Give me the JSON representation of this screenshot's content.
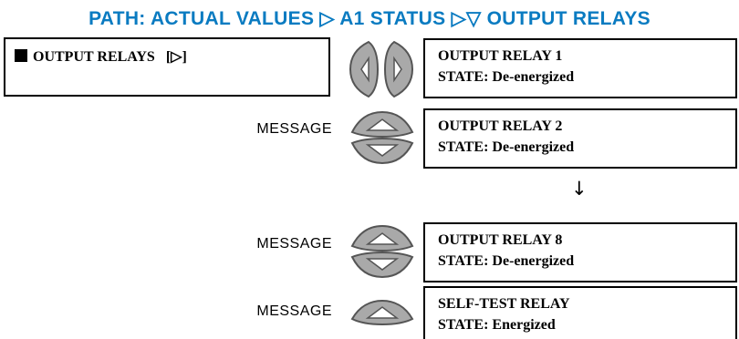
{
  "path": {
    "title": "PATH: ACTUAL VALUES ▷ A1 STATUS ▷▽ OUTPUT RELAYS",
    "color": "#0a7bc1"
  },
  "main_item": {
    "label": "OUTPUT RELAYS",
    "expand_symbol": "[▷]"
  },
  "message_label": "MESSAGE",
  "down_arrow": "↓",
  "relays": [
    {
      "name": "OUTPUT RELAY 1",
      "state": "STATE: De-energized"
    },
    {
      "name": "OUTPUT RELAY 2",
      "state": "STATE: De-energized"
    },
    {
      "name": "OUTPUT RELAY 8",
      "state": "STATE: De-energized"
    },
    {
      "name": "SELF-TEST RELAY",
      "state": "STATE: Energized"
    }
  ],
  "key_colors": {
    "fill": "#a9a9a9",
    "stroke": "#555555"
  }
}
